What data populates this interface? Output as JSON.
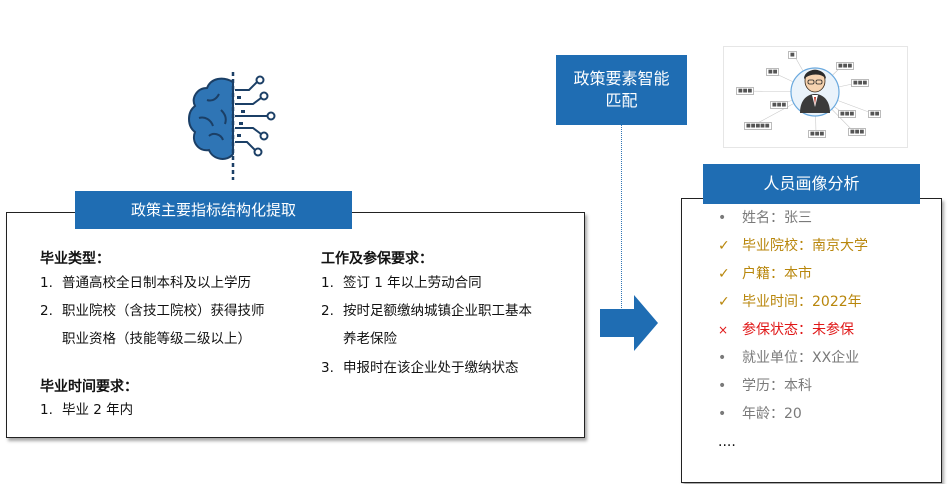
{
  "extraction": {
    "title": "政策主要指标结构化提取",
    "col1": {
      "heading1": "毕业类型：",
      "items1": [
        {
          "num": "1.",
          "text": "普通高校全日制本科及以上学历"
        },
        {
          "num": "2.",
          "text": "职业院校（含技工院校）获得技师",
          "cont": "职业资格（技能等级二级以上）"
        }
      ],
      "heading2": "毕业时间要求：",
      "items2": [
        {
          "num": "1.",
          "text": "毕业 2 年内"
        }
      ]
    },
    "col2": {
      "heading": "工作及参保要求：",
      "items": [
        {
          "num": "1.",
          "text": "签订 1 年以上劳动合同"
        },
        {
          "num": "2.",
          "text": "按时足额缴纳城镇企业职工基本",
          "cont": "养老保险"
        },
        {
          "num": "3.",
          "text": "申报时在该企业处于缴纳状态"
        }
      ]
    }
  },
  "match": {
    "line1": "政策要素智能",
    "line2": "匹配"
  },
  "profile": {
    "title": "人员画像分析",
    "rows": [
      {
        "mark": "•",
        "text": "姓名：张三",
        "status": "neutral"
      },
      {
        "mark": "✓",
        "text": "毕业院校：南京大学",
        "status": "ok"
      },
      {
        "mark": "✓",
        "text": "户籍：本市",
        "status": "ok"
      },
      {
        "mark": "✓",
        "text": "毕业时间：2022年",
        "status": "ok"
      },
      {
        "mark": "×",
        "text": "参保状态：未参保",
        "status": "fail"
      },
      {
        "mark": "•",
        "text": "就业单位：XX企业",
        "status": "neutral"
      },
      {
        "mark": "•",
        "text": "学历：本科",
        "status": "neutral"
      },
      {
        "mark": "•",
        "text": "年龄：20",
        "status": "neutral"
      }
    ],
    "ellipsis": "...."
  },
  "icons": {
    "brain": "brain-circuit-icon",
    "arrow": "right-arrow-icon",
    "avatar": "person-avatar-icon"
  },
  "colors": {
    "accent": "#1f6db3",
    "ok": "#b8860b",
    "fail": "#e01818",
    "neutral": "#7a7a7a"
  }
}
